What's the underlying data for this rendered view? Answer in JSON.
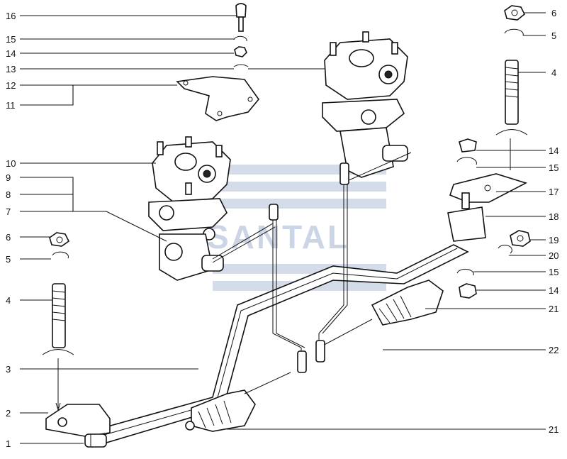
{
  "watermark": {
    "text": "SANTAL"
  },
  "callouts_left": [
    "16",
    "15",
    "14",
    "13",
    "12",
    "11",
    "10",
    "9",
    "8",
    "7",
    "6",
    "5",
    "4",
    "3",
    "2",
    "1"
  ],
  "callouts_right": [
    "6",
    "5",
    "4",
    "14",
    "15",
    "17",
    "18",
    "19",
    "20",
    "15",
    "14",
    "21",
    "22",
    "21"
  ]
}
